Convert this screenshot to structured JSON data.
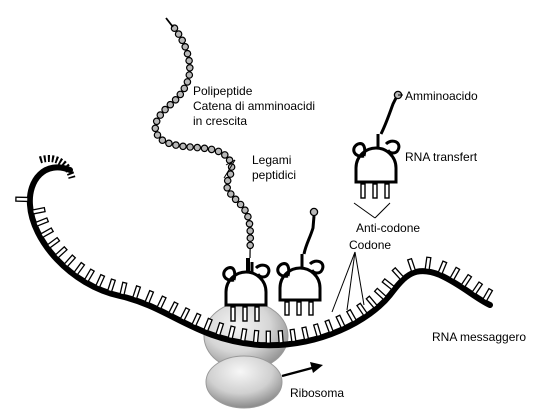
{
  "labels": {
    "polypeptide": "Polipeptide",
    "chain_line1": "Catena di amminoacidi",
    "chain_line2": "in crescita",
    "peptide_bonds_line1": "Legami",
    "peptide_bonds_line2": "peptidici",
    "amino_acid": "Amminoacido",
    "trna": "RNA transfert",
    "anticodon": "Anti-codone",
    "codon": "Codone",
    "mrna": "RNA messaggero",
    "ribosome": "Ribosoma"
  },
  "colors": {
    "ink": "#000000",
    "bead_fill": "#b8b8b8",
    "ribosome_fill": "#d4d4d4",
    "background": "#ffffff"
  }
}
